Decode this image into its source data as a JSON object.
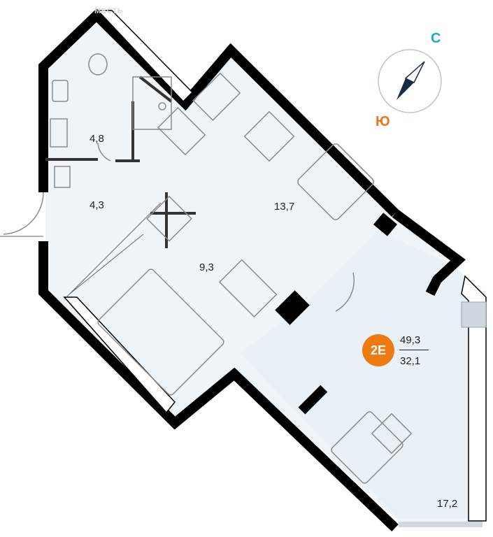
{
  "watermark": "МЕСТЬ",
  "compass": {
    "north_label": "С",
    "south_label": "Ю"
  },
  "rooms": {
    "bathroom": "4,8",
    "hallway": "4,3",
    "kitchen": "13,7",
    "bedroom": "9,3",
    "living": "17,2"
  },
  "apartment": {
    "type_badge": "2Е",
    "total_area": "49,3",
    "living_area": "32,1"
  },
  "colors": {
    "floor": "#eef4f8",
    "wall": "#000000",
    "fixture": "#8a8a8a",
    "compass_north": "#1fa7d8",
    "compass_south": "#e8761f",
    "badge": "#f07a12",
    "window": "#cfd8de"
  }
}
